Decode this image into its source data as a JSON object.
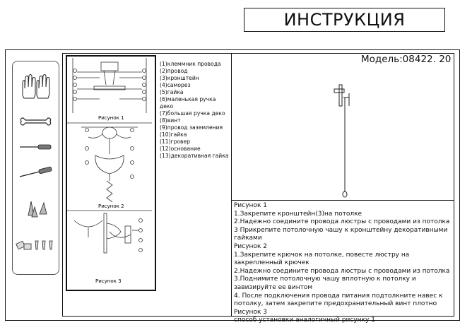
{
  "header": {
    "title": "ИНСТРУКЦИЯ"
  },
  "model": "Модель:08422. 20",
  "tools": [
    {
      "icon": "gloves-icon"
    },
    {
      "icon": "wrench-icon"
    },
    {
      "icon": "screwdriver-flat-icon"
    },
    {
      "icon": "screwdriver-phillips-icon"
    },
    {
      "icon": "wall-anchors-icon"
    },
    {
      "icon": "terminal-connectors-icon"
    }
  ],
  "figures": {
    "fig1_caption": "Рисунок 1",
    "fig2_caption": "Рисунок 2",
    "fig3_caption": "Рисунок 3"
  },
  "parts": [
    "(1)клеммник провода",
    "(2)провод",
    "(3)кронштейн",
    "(4)саморез",
    "(5)гайка",
    "(6)маленькая ручка деко",
    "(7)большая ручка деко",
    "(8)винт",
    "(9)провод заземления",
    "(10)гайка",
    "(11)гровер",
    "(12)основание",
    "(13)декоративная гайка"
  ],
  "instructions": [
    "Рисунок 1",
    "1.Закрепите кронштейн(3)на потолке",
    "2.Надежно соедините провода люстры с проводами из потолка",
    "3 Прикрепите потолочную чашу к кронштейну декоративными гайками",
    "Рисунок 2",
    "1.Закрепите крючок на потолке, повесте люстру на закрепленный крючек",
    "2.Надежно соедините провода люстры с проводами из потолка",
    "3.Поднимите потолочную чашу вплотную к потолку и завизируйте ее винтом",
    "4.  После подключения провода питания подтолкните навес к потолку, затем закрепите предохранительный винт плотно",
    "Рисунок 3",
    "способ установки аналогичный рисунку 1"
  ]
}
